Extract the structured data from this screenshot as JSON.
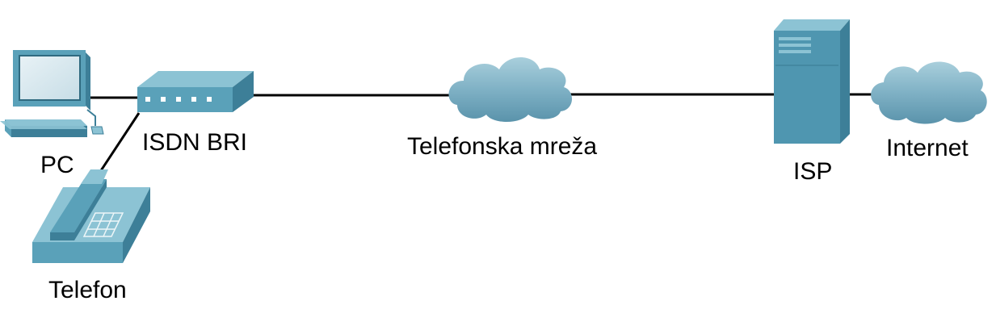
{
  "labels": {
    "pc": "PC",
    "isdn": "ISDN BRI",
    "phone": "Telefon",
    "network": "Telefonska mreža",
    "isp": "ISP",
    "internet": "Internet"
  },
  "colors": {
    "device_light": "#8cc3d4",
    "device_mid": "#5aa1b9",
    "device_dark": "#3d7f98",
    "line": "#000000",
    "background": "#ffffff"
  }
}
